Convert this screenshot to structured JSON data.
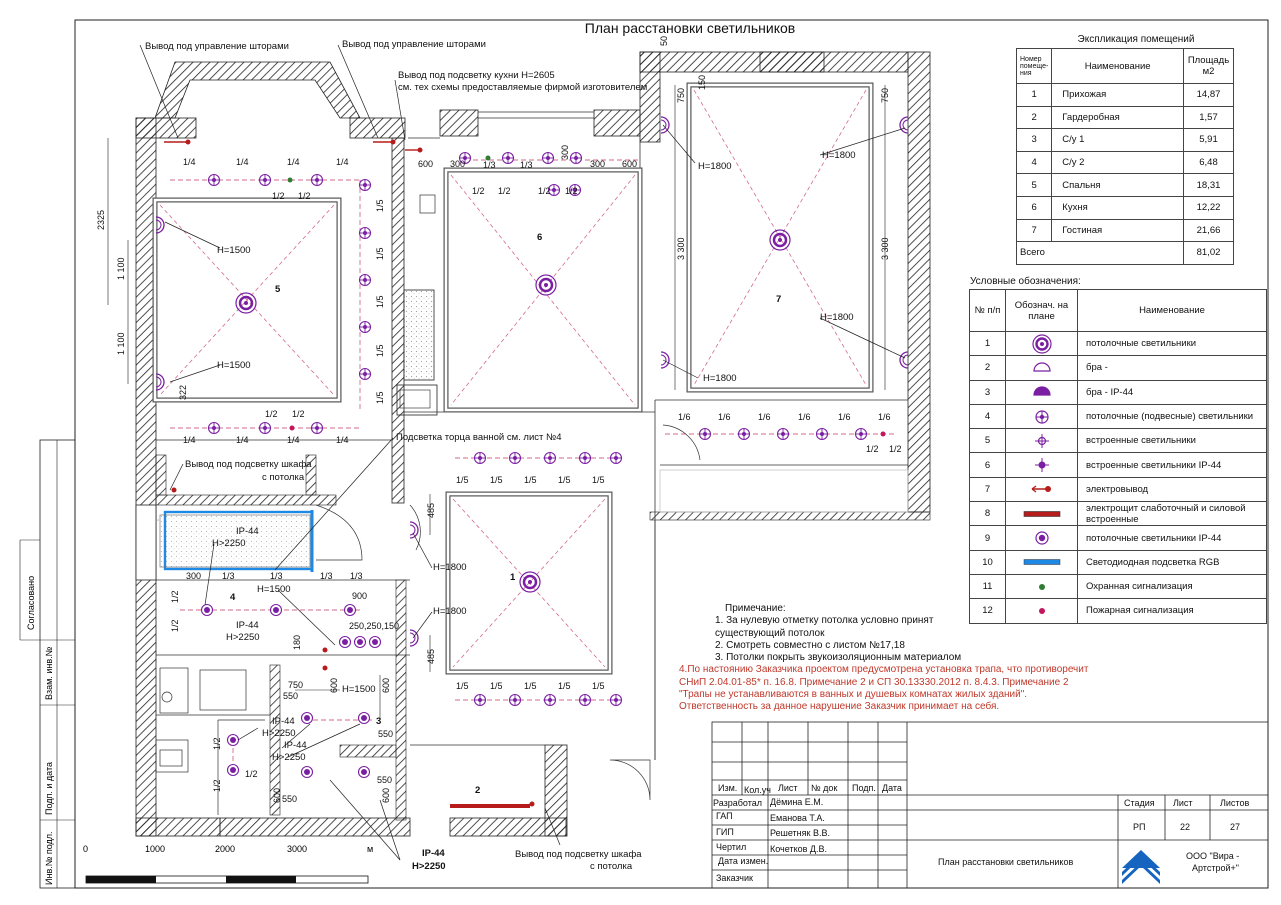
{
  "drawing": {
    "title": "План расстановки светильников",
    "rooms": [
      {
        "num": "1"
      },
      {
        "num": "2"
      },
      {
        "num": "3"
      },
      {
        "num": "4"
      },
      {
        "num": "5"
      },
      {
        "num": "6"
      },
      {
        "num": "7"
      }
    ],
    "annotations": {
      "curtain_left": "Вывод под управление шторами",
      "curtain_right": "Вывод под управление шторами",
      "kitchen_1": "Вывод под подсветку кухни Н=2605",
      "kitchen_2": "см. тех схемы предоставляемые фирмой изготовителем",
      "bath_end": "Подсветка торца ванной см. лист №4",
      "closet_top_1": "Вывод под подсветку шкафа",
      "closet_top_2": "с потолка",
      "closet_bottom_1": "Вывод под подсветку шкафа",
      "closet_bottom_2": "с потолка"
    },
    "heights": {
      "h1500": "Н=1500",
      "h1800": "Н=1800",
      "h2250": "Н>2250",
      "ip44": "IP-44"
    },
    "fractions": {
      "q": "1/4",
      "f": "1/5",
      "h": "1/2",
      "t": "1/3",
      "s": "1/6"
    },
    "dims": {
      "d600": "600",
      "d300": "300",
      "d2325": "2325",
      "d1100": "1 100",
      "d3300": "3 300",
      "d750": "750",
      "d150": "150",
      "d50": "50",
      "d322": "322",
      "d485": "485",
      "d900": "900",
      "d250": "250,250,150",
      "d180": "180",
      "d550": "550"
    },
    "scale": {
      "ticks": [
        "0",
        "1000",
        "2000",
        "3000"
      ],
      "unit": "м"
    },
    "side_stamp": [
      "Инв.№ подл.",
      "Подп. и дата",
      "Взам. инв.№",
      "Согласовано"
    ]
  },
  "explication": {
    "caption": "Экспликация  помещений",
    "headers": [
      "Номер помеще-ния",
      "Наименование",
      "Площадь м2"
    ],
    "rows": [
      [
        "1",
        "Прихожая",
        "14,87"
      ],
      [
        "2",
        "Гардеробная",
        "1,57"
      ],
      [
        "3",
        "С/у 1",
        "5,91"
      ],
      [
        "4",
        "С/у 2",
        "6,48"
      ],
      [
        "5",
        "Спальня",
        "18,31"
      ],
      [
        "6",
        "Кухня",
        "12,22"
      ],
      [
        "7",
        "Гостиная",
        "21,66"
      ]
    ],
    "total_label": "Всего",
    "total_value": "81,02"
  },
  "legend": {
    "caption": "Условные обозначения:",
    "headers": [
      "№ п/п",
      "Обознач. на плане",
      "Наименование"
    ],
    "rows": [
      {
        "n": "1",
        "sym": "ceiling-light",
        "name": "потолочные светильники"
      },
      {
        "n": "2",
        "sym": "sconce",
        "name": "бра -"
      },
      {
        "n": "3",
        "sym": "sconce-ip44",
        "name": "бра -  IP-44"
      },
      {
        "n": "4",
        "sym": "pendant-light",
        "name": "потолочные (подвесные) светильники"
      },
      {
        "n": "5",
        "sym": "recessed-light",
        "name": "встроенные светильники"
      },
      {
        "n": "6",
        "sym": "recessed-ip44",
        "name": "встроенные светильники IP-44"
      },
      {
        "n": "7",
        "sym": "outlet",
        "name": "электровывод"
      },
      {
        "n": "8",
        "sym": "panel",
        "name": "электрощит слаботочный и силовой встроенные"
      },
      {
        "n": "9",
        "sym": "ceiling-ip44",
        "name": "потолочные светильники IP-44"
      },
      {
        "n": "10",
        "sym": "led-rgb",
        "name": "Светодиодная подсветка RGB"
      },
      {
        "n": "11",
        "sym": "security",
        "name": "Охранная сигнализация"
      },
      {
        "n": "12",
        "sym": "fire",
        "name": "Пожарная сигнализация"
      }
    ],
    "colors": {
      "light": "#7b1fa2",
      "outlet": "#b71c1c",
      "led": "#1e88e5",
      "security": "#2e7d32",
      "fire": "#c2185b"
    }
  },
  "notes": {
    "title": "Примечание:",
    "items": [
      "1. За нулевую отметку потолка условно принят",
      "существующий потолок",
      "2. Смотреть совместно с листом №17,18",
      "3. Потолки покрыть звукоизоляционным материалом"
    ],
    "warning": [
      "4.По настоянию Заказчика проектом предусмотрена установка трапа, что противоречит",
      "СНиП 2.04.01-85* п. 16.8. Примечание 2 и СП 30.13330.2012 п. 8.4.3. Примечание 2",
      "\"Трапы не устанавливаются в ванных и душевых комнатах жилых зданий\".",
      "Ответственность за данное нарушение Заказчик принимает на себя."
    ]
  },
  "stamp": {
    "header": [
      "Изм.",
      "Кол.уч",
      "Лист",
      "№ док",
      "Подп.",
      "Дата"
    ],
    "people": [
      [
        "Разработал",
        "Дёмина Е.М."
      ],
      [
        "ГАП",
        "Еманова Т.А."
      ],
      [
        "ГИП",
        "Решетняк В.В."
      ],
      [
        "Чертил",
        "Кочетков Д.В."
      ],
      [
        "Дата измен.",
        ""
      ],
      [
        "Заказчик",
        ""
      ]
    ],
    "stage_label": "Стадия",
    "sheet_label": "Лист",
    "sheets_label": "Листов",
    "stage": "РП",
    "sheet": "22",
    "sheets": "27",
    "sheet_title": "План расстановки светильников",
    "company_1": "ООО \"Вира -",
    "company_2": "Артстрой+\""
  }
}
